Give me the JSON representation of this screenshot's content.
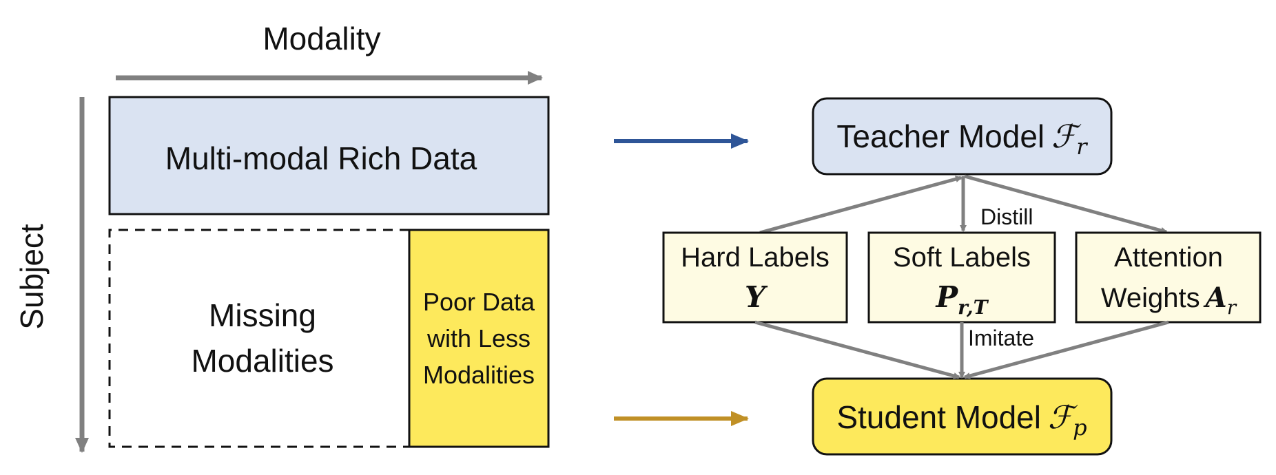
{
  "axes": {
    "modality_label": "Modality",
    "subject_label": "Subject"
  },
  "left": {
    "rich_data_label": "Multi-modal Rich Data",
    "missing_line1": "Missing",
    "missing_line2": "Modalities",
    "poor_line1": "Poor Data",
    "poor_line2": "with Less",
    "poor_line3": "Modalities"
  },
  "teacher": {
    "label": "Teacher Model",
    "symbol": "ℱ",
    "subscript": "r"
  },
  "student": {
    "label": "Student Model",
    "symbol": "ℱ",
    "subscript": "p"
  },
  "flow": {
    "distill_label": "Distill",
    "imitate_label": "Imitate"
  },
  "hard_labels": {
    "line1": "Hard Labels",
    "symbol": "Y"
  },
  "soft_labels": {
    "line1": "Soft Labels",
    "symbol": "P",
    "subscript": "r,T"
  },
  "attention": {
    "line1": "Attention",
    "line2_prefix": "Weights",
    "symbol": "A",
    "subscript": "r"
  },
  "colors": {
    "rich_fill": "#dae3f2",
    "poor_fill": "#fde95c",
    "label_box_fill": "#fefbe3",
    "student_fill": "#fde95c",
    "teacher_fill": "#dae3f2",
    "axis_gray": "#808080",
    "blue_arrow": "#2e5597",
    "gold_arrow": "#c09026"
  }
}
